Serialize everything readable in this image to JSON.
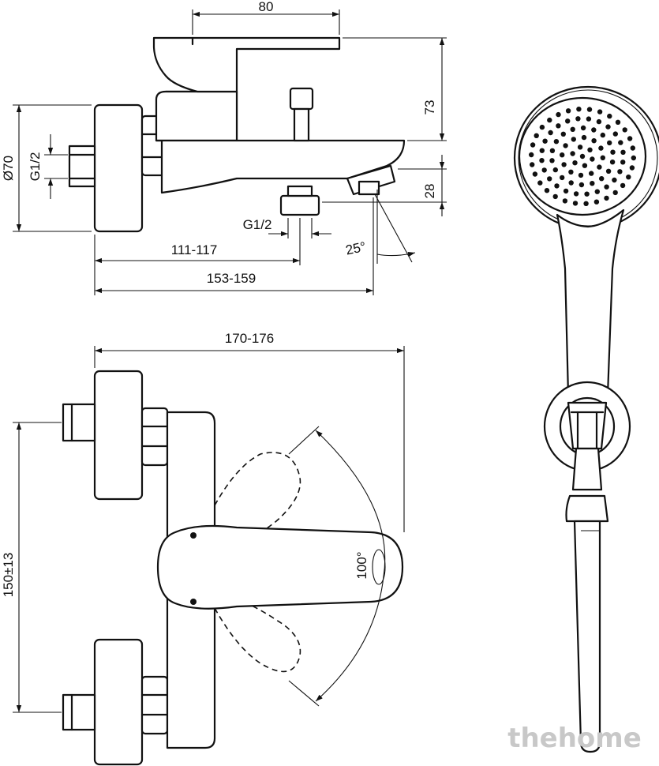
{
  "top_view": {
    "dim_width": "80",
    "dim_height_body": "73",
    "dim_spout_drop": "28",
    "dim_diameter": "Ø70",
    "dim_thread_inlet": "G1/2",
    "dim_thread_outlet": "G1/2",
    "dim_outlet_distance": "111-117",
    "dim_spout_reach": "153-159",
    "dim_spout_angle": "25°"
  },
  "front_view": {
    "dim_overall_width": "170-176",
    "dim_centers": "150±13",
    "dim_lever_rotation": "100°"
  },
  "watermark": "thehome"
}
